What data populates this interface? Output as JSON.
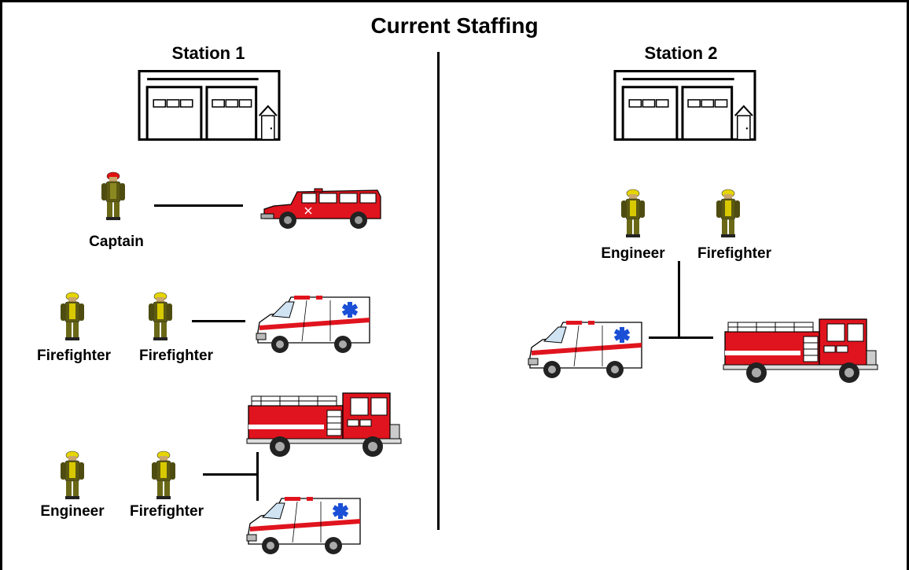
{
  "title": "Current Staffing",
  "stations": [
    {
      "name": "Station 1",
      "crews": [
        {
          "people": [
            "Captain"
          ],
          "vehicles": [
            "Utility Truck"
          ]
        },
        {
          "people": [
            "Firefighter",
            "Firefighter"
          ],
          "vehicles": [
            "Ambulance"
          ]
        },
        {
          "people": [
            "Engineer",
            "Firefighter"
          ],
          "vehicles": [
            "Fire Engine",
            "Ambulance"
          ]
        }
      ]
    },
    {
      "name": "Station 2",
      "crews": [
        {
          "people": [
            "Engineer",
            "Firefighter"
          ],
          "vehicles": [
            "Ambulance",
            "Fire Engine"
          ]
        }
      ]
    }
  ],
  "colors": {
    "turnout_gear": "#5c5a12",
    "engine_red": "#e0141e",
    "ambulance_white": "#ffffff",
    "ambulance_stripe": "#e0141e",
    "star_of_life": "#1a4fd6"
  }
}
